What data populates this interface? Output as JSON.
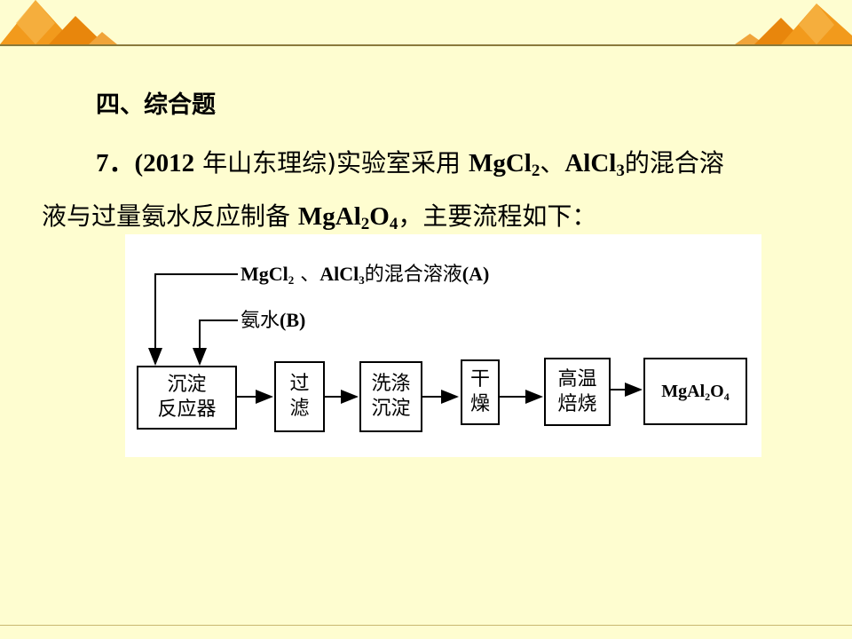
{
  "section_heading": "四、综合题",
  "question": {
    "number": "7．",
    "source": "(2012",
    "source_rest": "年山东理综)",
    "text_a": "实验室采用",
    "mgcl": "MgCl",
    "mgcl_sub": "2",
    "dun": "、",
    "alcl": "AlCl",
    "alcl_sub": "3",
    "text_b": "的混合溶",
    "text_c": "液与过量氨水反应制备",
    "product": "MgAl",
    "product_sub1": "2",
    "product_o": "O",
    "product_sub2": "4",
    "text_d": "，主要流程如下："
  },
  "diagram": {
    "input_a": {
      "mgcl": "MgCl",
      "sub2": "2",
      "dun": "、",
      "alcl": "AlCl",
      "sub3": "3",
      "rest": "的混合溶液",
      "tag": "(A)"
    },
    "input_b": {
      "name": "氨水",
      "tag": "(B)"
    },
    "steps": [
      {
        "line1": "沉淀",
        "line2": "反应器"
      },
      {
        "line1": "过",
        "line2": "滤"
      },
      {
        "line1": "洗涤",
        "line2": "沉淀"
      },
      {
        "line1": "干",
        "line2": "燥"
      },
      {
        "line1": "高温",
        "line2": "焙烧"
      }
    ],
    "product": {
      "mgal": "MgAl",
      "sub2": "2",
      "o": "O",
      "sub4": "4"
    }
  },
  "colors": {
    "background": "#fefdd0",
    "decoration": "#e8920e",
    "rule": "#8a7a3c"
  }
}
